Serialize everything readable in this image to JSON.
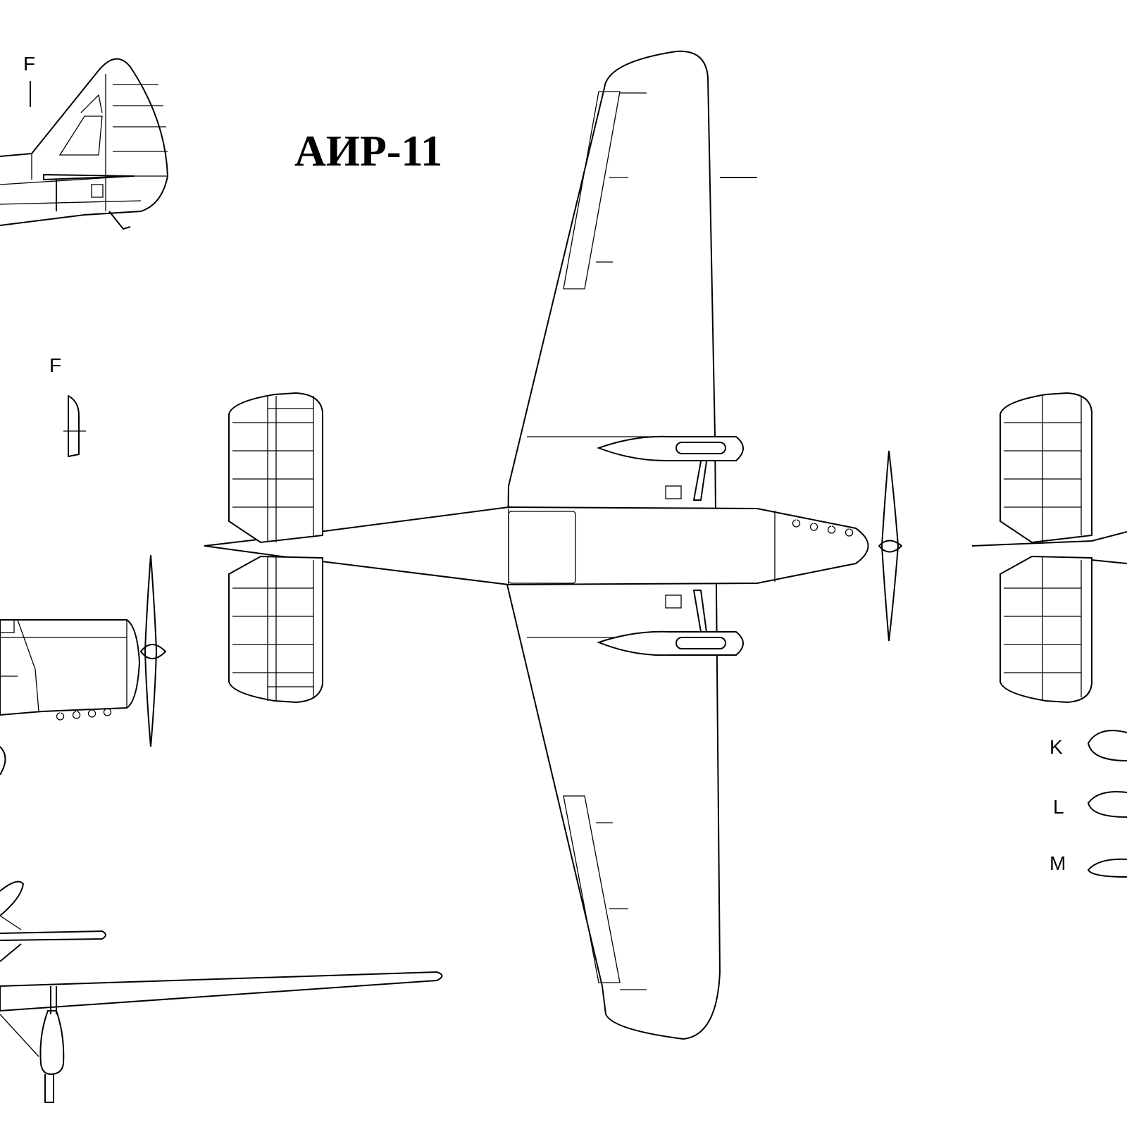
{
  "title": "АИР-11",
  "labels": {
    "side_section_top": "F",
    "section_f": "F",
    "airfoil_k": "K",
    "airfoil_l": "L",
    "airfoil_m": "M"
  },
  "colors": {
    "line": "#000000",
    "background": "#ffffff"
  }
}
